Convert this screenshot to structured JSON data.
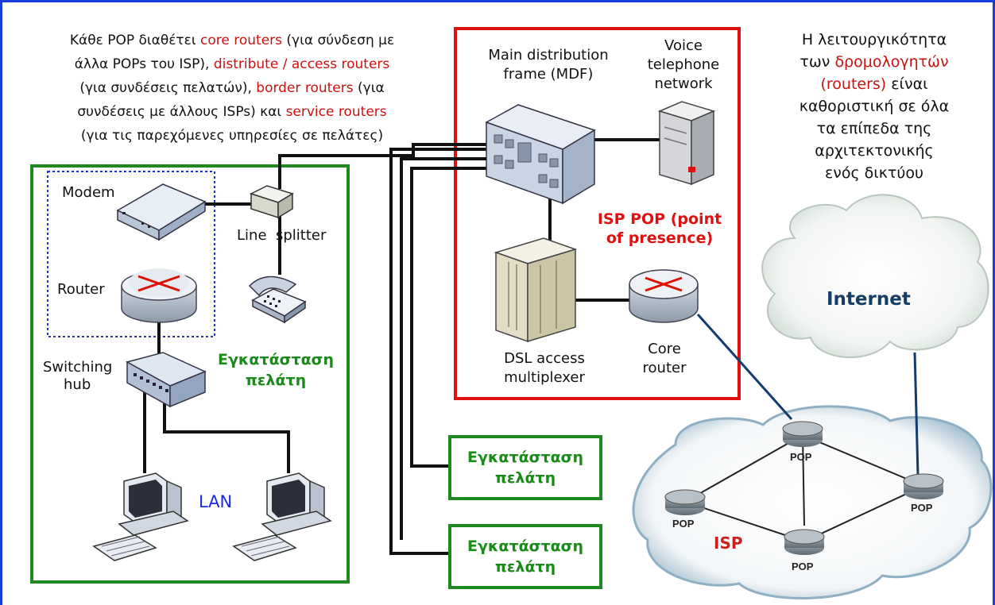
{
  "top_left_note": {
    "l1a": "Κάθε POP διαθέτει ",
    "l1b": "core routers",
    "l1c": " (για σύνδεση με",
    "l2a": "άλλα POPs του ISP), ",
    "l2b": "distribute / access routers",
    "l3a": "(για συνδέσεις πελατών), ",
    "l3b": "border routers",
    "l3c": " (για",
    "l4a": "συνδέσεις με άλλους ISPs) και ",
    "l4b": "service routers",
    "l5": "(για τις παρεχόμενες υπηρεσίες σε πελάτες)"
  },
  "right_note": {
    "l1": "Η λειτουργικότητα",
    "l2a": "των ",
    "l2b": "δρομολογητών",
    "l3a": "(routers)",
    "l3b": " είναι",
    "l4": "καθοριστική σε όλα",
    "l5": "τα επίπεδα της",
    "l6": "αρχιτεκτονικής",
    "l7": "ενός δικτύου"
  },
  "customer": {
    "modem": "Modem",
    "router": "Router",
    "switching_hub_1": "Switching",
    "switching_hub_2": "hub",
    "line_splitter": "Line  splitter",
    "lan": "LAN",
    "install_1": "Εγκατάσταση",
    "install_2": "πελάτη"
  },
  "isp_pop": {
    "mdf_1": "Main distribution",
    "mdf_2": "frame (MDF)",
    "voice_1": "Voice",
    "voice_2": "telephone",
    "voice_3": "network",
    "title_1": "ISP POP (point",
    "title_2": "of presence)",
    "dslam_1": "DSL access",
    "dslam_2": "multiplexer",
    "core_1": "Core",
    "core_2": "router"
  },
  "extra_customers": [
    {
      "l1": "Εγκατάσταση",
      "l2": "πελάτη"
    },
    {
      "l1": "Εγκατάσταση",
      "l2": "πελάτη"
    }
  ],
  "cloud_internet": "Internet",
  "isp_cloud": {
    "label": "ISP",
    "pops": [
      "POP",
      "POP",
      "POP",
      "POP"
    ]
  },
  "colors": {
    "frame_blue": "#1a3cd8",
    "green": "#1f8a1f",
    "red": "#e01010",
    "navy": "#123c6b"
  }
}
